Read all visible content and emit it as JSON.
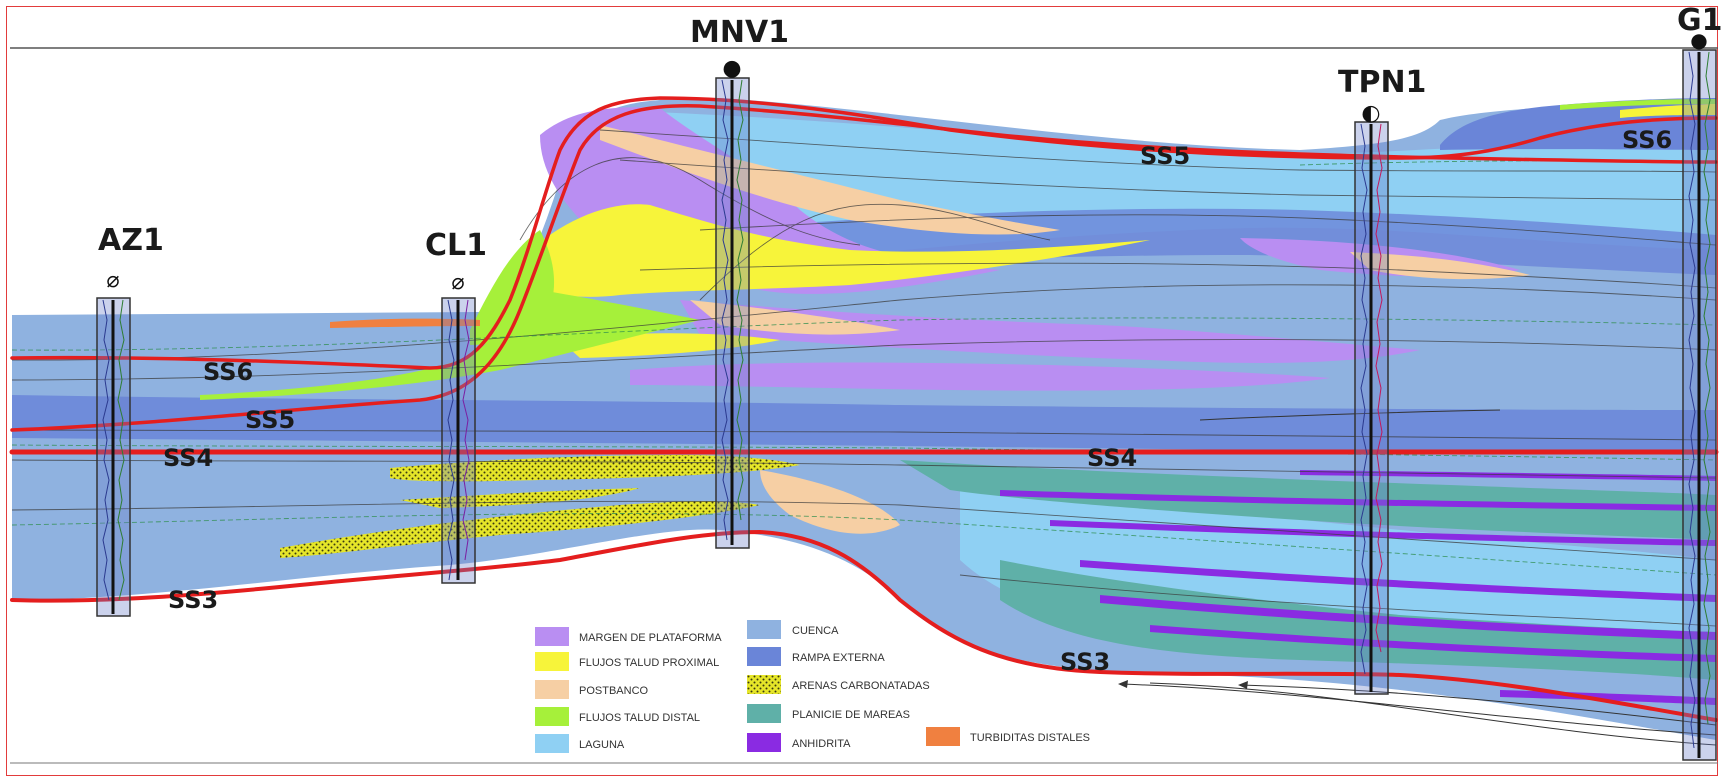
{
  "wells": [
    {
      "id": "az1",
      "name": "AZ1",
      "symbol": "⌀"
    },
    {
      "id": "cl1",
      "name": "CL1",
      "symbol": "⌀"
    },
    {
      "id": "mnv1",
      "name": "MNV1",
      "symbol": "●"
    },
    {
      "id": "tpn1",
      "name": "TPN1",
      "symbol": "◐"
    },
    {
      "id": "g1",
      "name": "G1",
      "symbol": "●"
    }
  ],
  "surfaces": {
    "ss3": "SS3",
    "ss4": "SS4",
    "ss5": "SS5",
    "ss6": "SS6"
  },
  "legend": [
    {
      "label": "MARGEN DE PLATAFORMA",
      "color": "#b98ef2"
    },
    {
      "label": "FLUJOS TALUD PROXIMAL",
      "color": "#f7f43a"
    },
    {
      "label": "POSTBANCO",
      "color": "#f6cfa4"
    },
    {
      "label": "FLUJOS TALUD DISTAL",
      "color": "#a6f03a"
    },
    {
      "label": "LAGUNA",
      "color": "#8fd0f3"
    },
    {
      "label": "CUENCA",
      "color": "#8fb2e0"
    },
    {
      "label": "RAMPA EXTERNA",
      "color": "#6a85d8"
    },
    {
      "label": "ARENAS CARBONATADAS",
      "color": "#e6e629"
    },
    {
      "label": "PLANICIE DE MAREAS",
      "color": "#5fb0a8"
    },
    {
      "label": "ANHIDRITA",
      "color": "#8a2be2"
    },
    {
      "label": "TURBIDITAS DISTALES",
      "color": "#f08040"
    }
  ],
  "colors": {
    "sequence_boundary": "#e41e1e",
    "basin": "#8fb2e0",
    "outer_ramp": "#6a85d8",
    "lagoon": "#8fd0f3",
    "platform_margin": "#b98ef2",
    "proximal_slope": "#f7f43a",
    "distal_slope": "#a6f03a",
    "postbank": "#f6cfa4",
    "tidal_flat": "#5fb0a8",
    "anhydrite": "#8a2be2",
    "carbonate_sands": "#e6e629",
    "distal_turbidites": "#f08040"
  }
}
